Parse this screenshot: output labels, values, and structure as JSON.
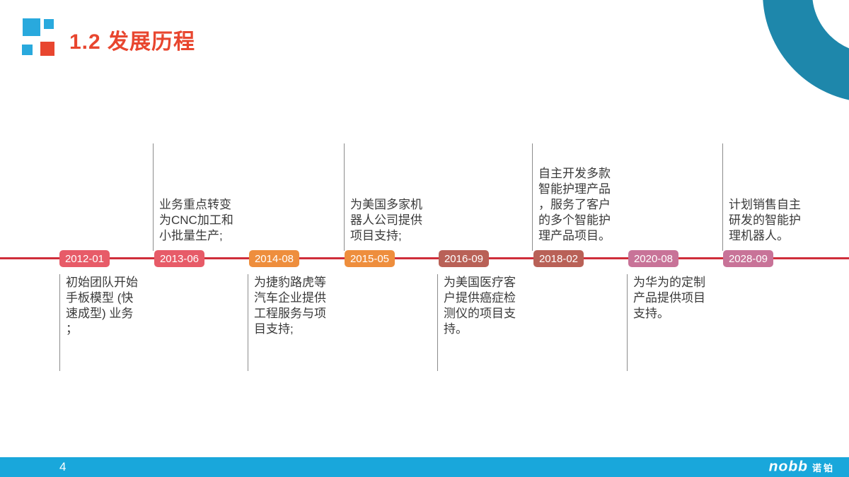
{
  "slide": {
    "title": "1.2 发展历程",
    "page_number": "4",
    "footer_logo_latin": "nobb",
    "footer_logo_cjk": "诺铂"
  },
  "colors": {
    "title_red": "#e8462f",
    "logo_blue": "#29a9dd",
    "logo_red": "#e8462f",
    "timeline_line_red": "#cf2e3a",
    "badge_rose": "#e75b68",
    "badge_orange": "#ee8e3d",
    "badge_brick": "#b96157",
    "badge_mauve": "#c87398",
    "footer_cyan": "#19a7db",
    "corner_arc_teal": "#1e87ab",
    "body_text": "#3a3a3a"
  },
  "timeline": {
    "milestones": [
      {
        "date": "2012-01",
        "side": "below",
        "color": "rose",
        "text": "初始团队开始\n手板模型 (快\n速成型) 业务\n；"
      },
      {
        "date": "2013-06",
        "side": "above",
        "color": "rose",
        "text": "业务重点转变\n为CNC加工和\n小批量生产;"
      },
      {
        "date": "2014-08",
        "side": "below",
        "color": "orange",
        "text": "为捷豹路虎等\n汽车企业提供\n工程服务与项\n目支持;"
      },
      {
        "date": "2015-05",
        "side": "above",
        "color": "orange",
        "text": "为美国多家机\n器人公司提供\n项目支持;"
      },
      {
        "date": "2016-09",
        "side": "below",
        "color": "brick",
        "text": "为美国医疗客\n户提供癌症检\n测仪的项目支\n持。"
      },
      {
        "date": "2018-02",
        "side": "above",
        "color": "brick",
        "text": "自主开发多款\n智能护理产品\n，服务了客户\n的多个智能护\n理产品项目。"
      },
      {
        "date": "2020-08",
        "side": "below",
        "color": "mauve",
        "text": "为华为的定制\n产品提供项目\n支持。"
      },
      {
        "date": "2028-09",
        "side": "above",
        "color": "mauve",
        "text": "计划销售自主\n研发的智能护\n理机器人。"
      }
    ]
  }
}
